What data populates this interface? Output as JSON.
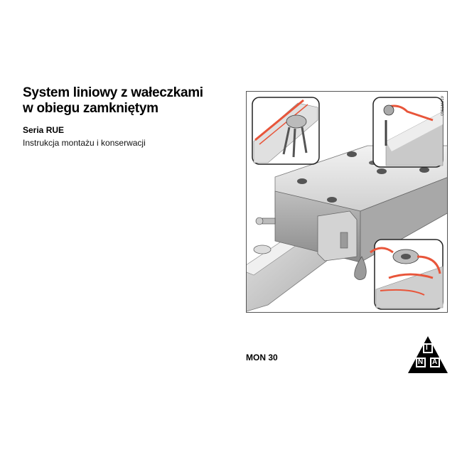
{
  "document": {
    "title_line1": "System liniowy z wałeczkami",
    "title_line2": "w obiegu zamkniętym",
    "series": "Seria RUE",
    "subtitle": "Instrukcja montażu i konserwacji",
    "figure_code": "00016C19",
    "doc_code": "MON 30"
  },
  "logo": {
    "letters": [
      "I",
      "N",
      "A"
    ],
    "color": "#000000"
  },
  "colors": {
    "highlight": "#e8553a",
    "metal_light": "#e6e6e6",
    "metal_mid": "#bdbdbd",
    "metal_dark": "#8c8c8c"
  }
}
